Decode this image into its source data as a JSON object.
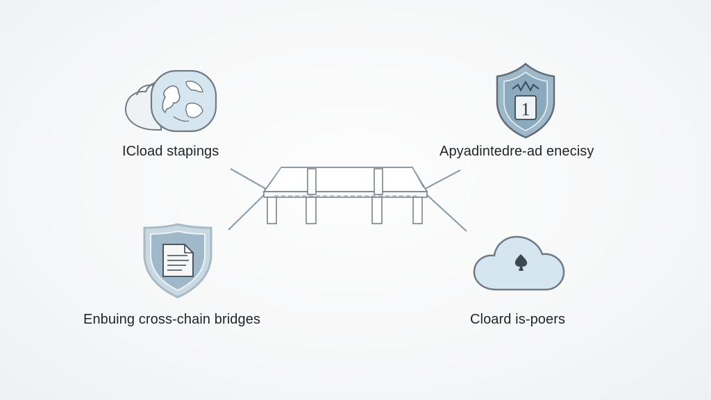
{
  "labels": {
    "top_left": "ICload stapings",
    "top_right": "Apyadintedre-ad enecisy",
    "bottom_left": "Enbuing cross-chain bridges",
    "bottom_right": "Cloard is-poers"
  },
  "icons": {
    "top_left": "cloud-globe-icon",
    "top_right": "shield-number-icon",
    "bottom_left": "shield-document-icon",
    "bottom_right": "cloud-pin-icon",
    "center": "bridge-icon"
  },
  "shield_number": "1",
  "colors": {
    "icon_fill": "#9fb9ca",
    "icon_fill_light": "#d6e6f0",
    "stroke": "#6f7a82",
    "connector": "#7f9aab",
    "text": "#1f2328"
  }
}
